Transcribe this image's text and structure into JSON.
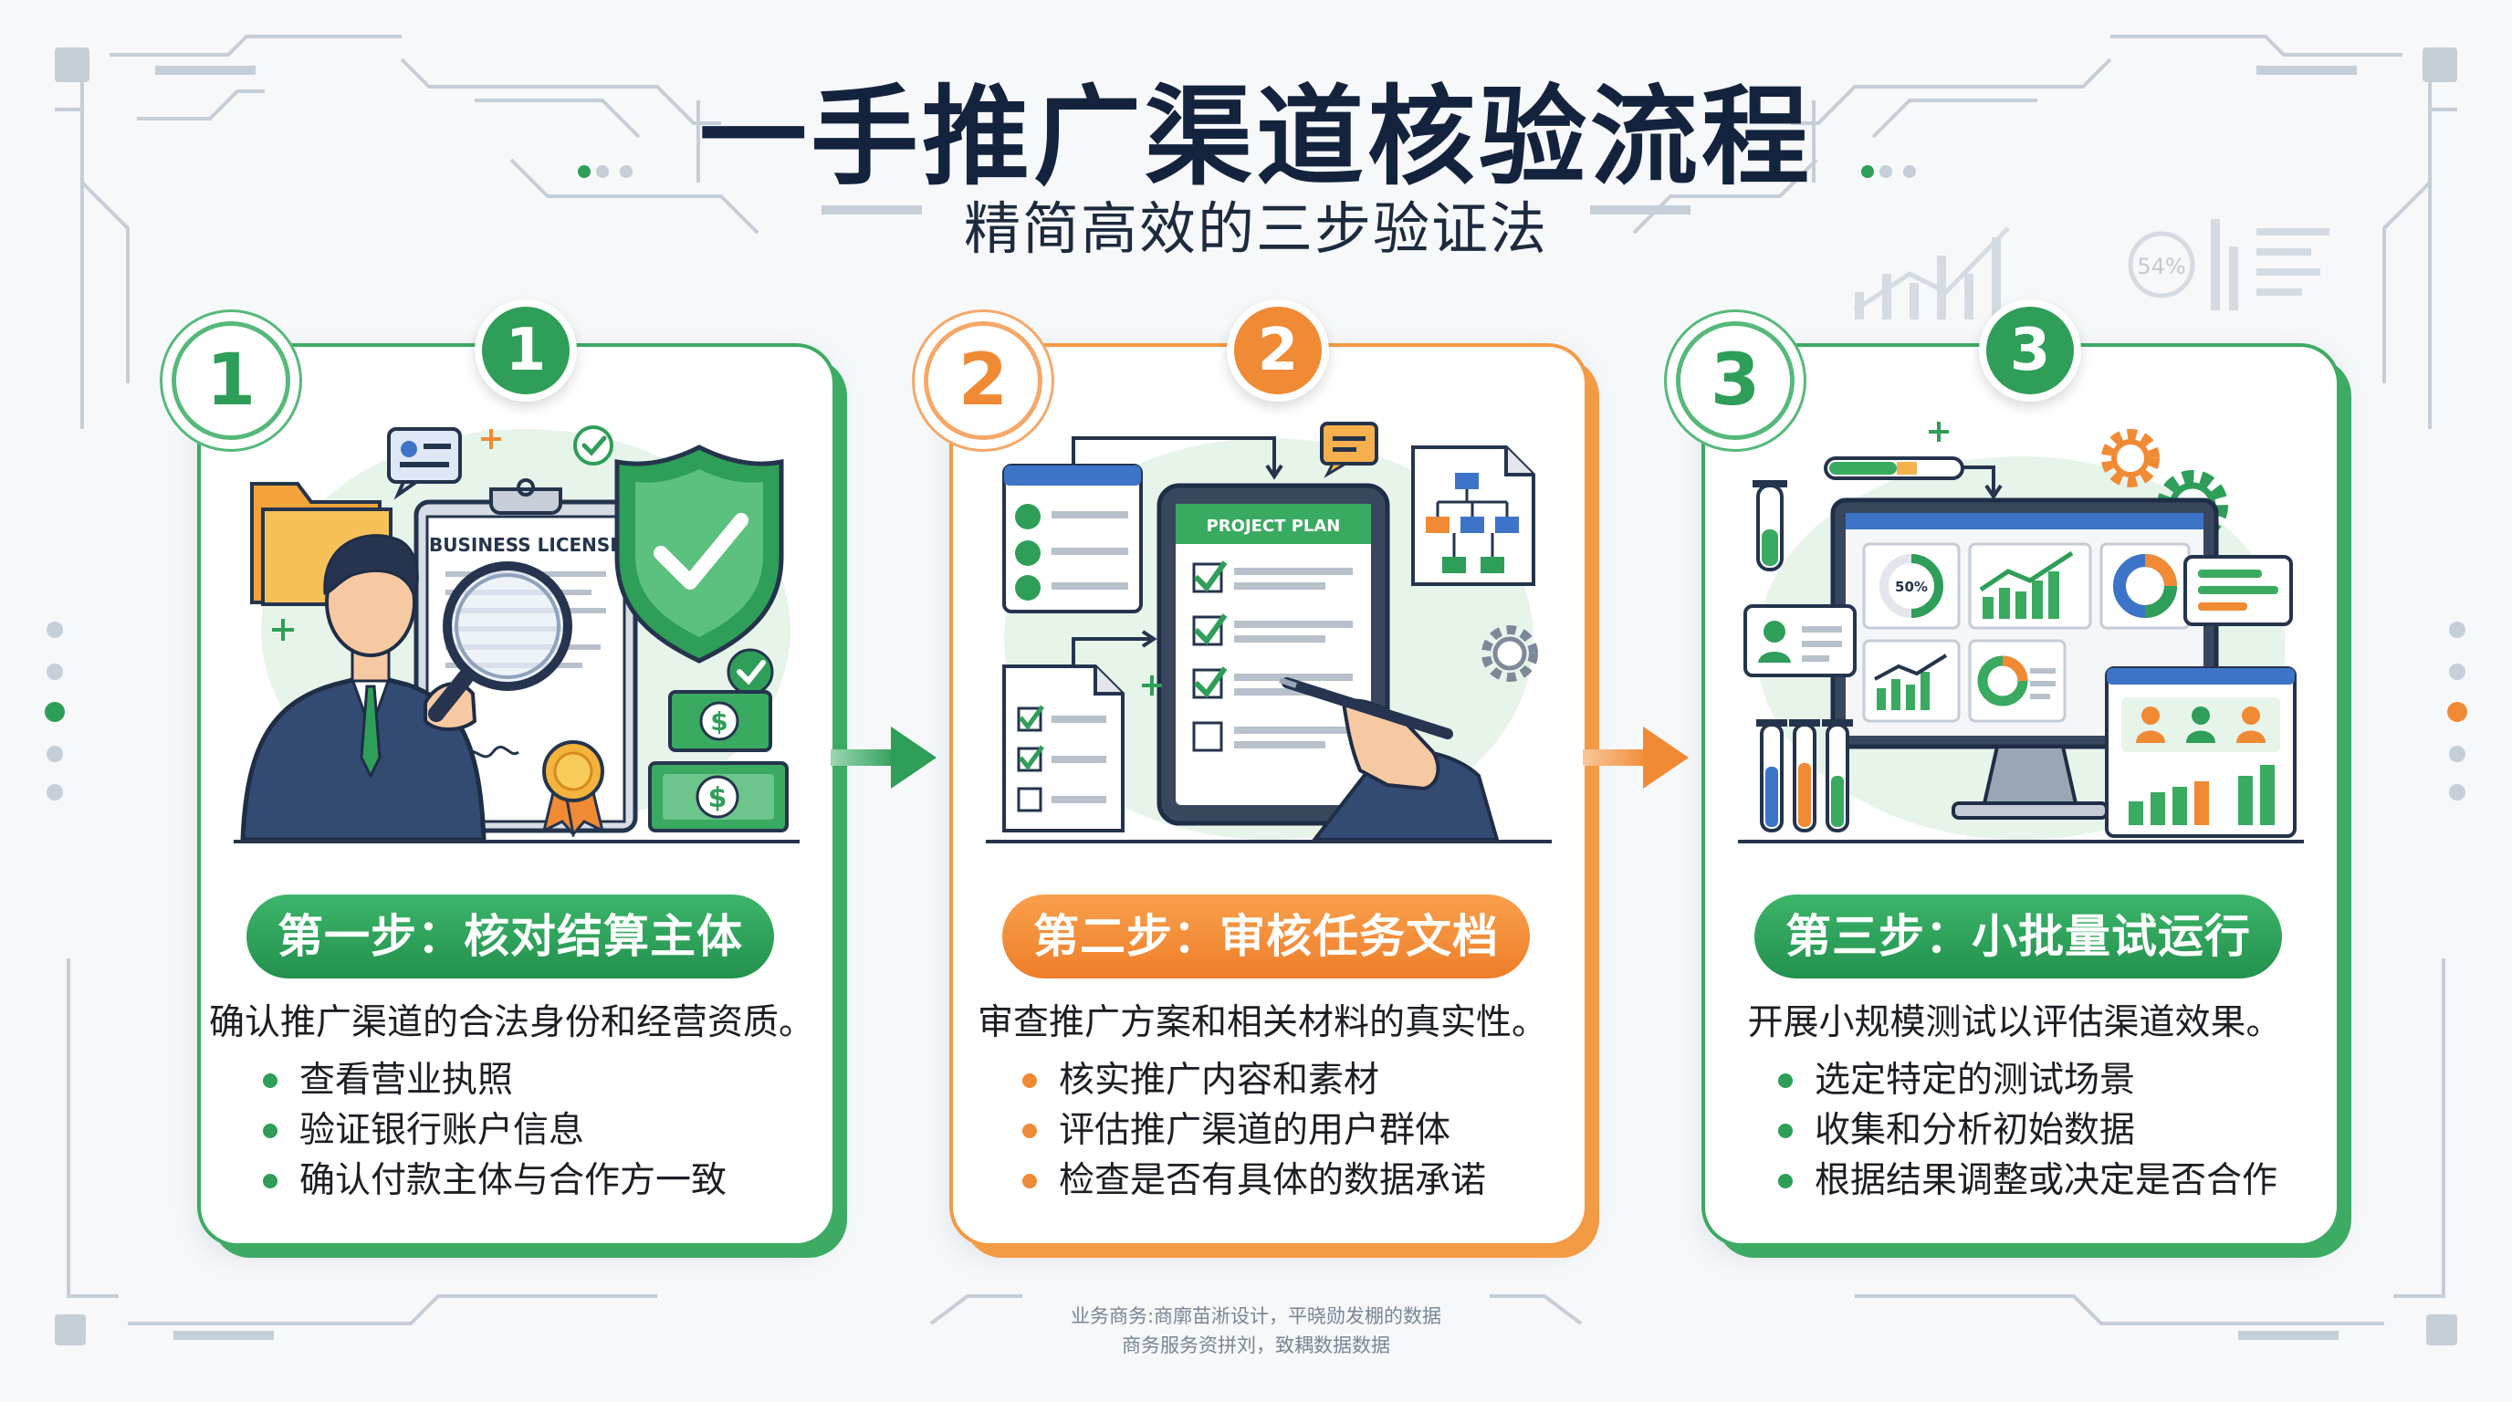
{
  "title": "一手推广渠道核验流程",
  "subtitle": "精简高效的三步验证法",
  "steps": [
    {
      "number": "1",
      "label": "第一步：核对结算主体",
      "description": "确认推广渠道的合法身份和经营资质。",
      "bullets": [
        "查看营业执照",
        "验证银行账户信息",
        "确认付款主体与合作方一致"
      ],
      "illustration_text": "BUSINESS LICENSE",
      "color": "#2e9e58"
    },
    {
      "number": "2",
      "label": "第二步：审核任务文档",
      "description": "审查推广方案和相关材料的真实性。",
      "bullets": [
        "核实推广内容和素材",
        "评估推广渠道的用户群体",
        "检查是否有具体的数据承诺"
      ],
      "illustration_text": "PROJECT PLAN",
      "color": "#f08a34"
    },
    {
      "number": "3",
      "label": "第三步：小批量试运行",
      "description": "开展小规模测试以评估渠道效果。",
      "bullets": [
        "选定特定的测试场景",
        "收集和分析初始数据",
        "根据结果调整或决定是否合作"
      ],
      "illustration_text": "50%",
      "color": "#2e9e58"
    }
  ],
  "deco_gauge_text": "54%",
  "footer": {
    "line1": "业务商务:商廓苗淅设计，平晓勋发棚的数据",
    "line2": "商务服务资拼刘，致耦数据数据"
  }
}
